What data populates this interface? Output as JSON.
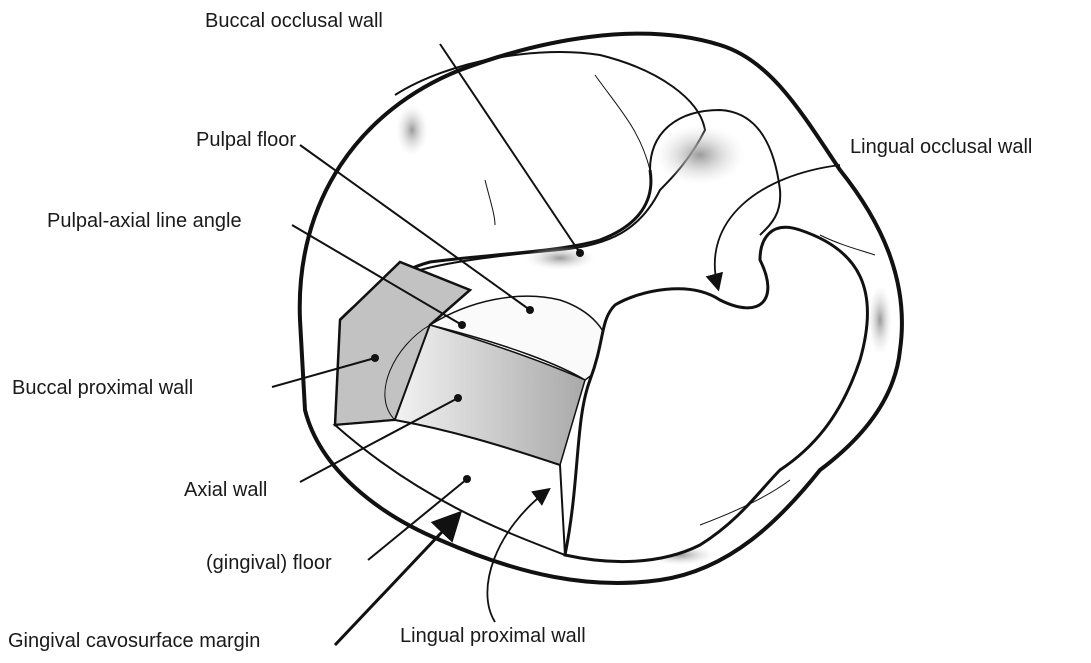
{
  "figure": {
    "labels": {
      "buccal_occlusal_wall": "Buccal occlusal wall",
      "pulpal_floor": "Pulpal floor",
      "pulpal_axial_line_angle": "Pulpal-axial line angle",
      "buccal_proximal_wall": "Buccal proximal wall",
      "axial_wall": "Axial wall",
      "gingival_floor": "(gingival) floor",
      "gingival_cavosurface_margin": "Gingival cavosurface margin",
      "lingual_proximal_wall": "Lingual proximal wall",
      "lingual_occlusal_wall": "Lingual occlusal wall"
    }
  }
}
